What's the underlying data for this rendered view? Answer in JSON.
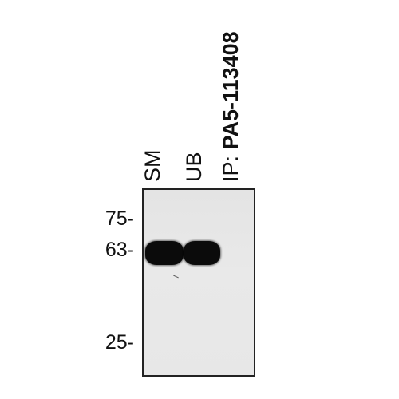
{
  "lanes": [
    {
      "label": "SM"
    },
    {
      "label": "UB"
    }
  ],
  "ip": {
    "prefix": "IP:",
    "antibody": "PA5-113408"
  },
  "markers": [
    {
      "label": "75-"
    },
    {
      "label": "63-"
    },
    {
      "label": "25-"
    }
  ],
  "colors": {
    "band": "#0b0b0b",
    "panel_background": "#e6e6e6",
    "panel_border": "#222222"
  }
}
